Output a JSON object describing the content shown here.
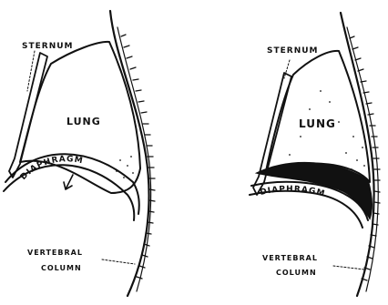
{
  "colors": {
    "ink": "#111111",
    "background": "#ffffff"
  },
  "left_panel": {
    "sternum": "STERNUM",
    "lung": "LUNG",
    "diaphragm": "DIAPHRAGM",
    "vertebral_1": "VERTEBRAL",
    "vertebral_2": "COLUMN"
  },
  "right_panel": {
    "sternum": "STERNUM",
    "lung": "LUNG",
    "diaphragm": "DIAPHRAGM",
    "vertebral_1": "VERTEBRAL",
    "vertebral_2": "COLUMN"
  }
}
